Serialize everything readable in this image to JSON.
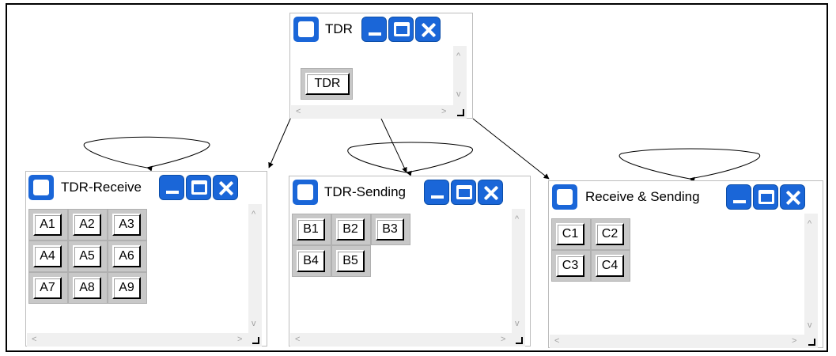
{
  "windows": {
    "tdr": {
      "title": "TDR",
      "buttons": [
        "TDR"
      ]
    },
    "receive": {
      "title": "TDR-Receive",
      "buttons": [
        "A1",
        "A2",
        "A3",
        "A4",
        "A5",
        "A6",
        "A7",
        "A8",
        "A9"
      ]
    },
    "sending": {
      "title": "TDR-Sending",
      "buttons": [
        "B1",
        "B2",
        "B3",
        "B4",
        "B5"
      ]
    },
    "recsend": {
      "title": "Receive & Sending",
      "buttons": [
        "C1",
        "C2",
        "C3",
        "C4"
      ]
    }
  },
  "scroll_glyphs": {
    "up": "^",
    "down": "v",
    "left": "<",
    "right": ">"
  },
  "colors": {
    "accent": "#1a66d8",
    "frame": "#000000",
    "button_bg": "#c8c8c8"
  }
}
